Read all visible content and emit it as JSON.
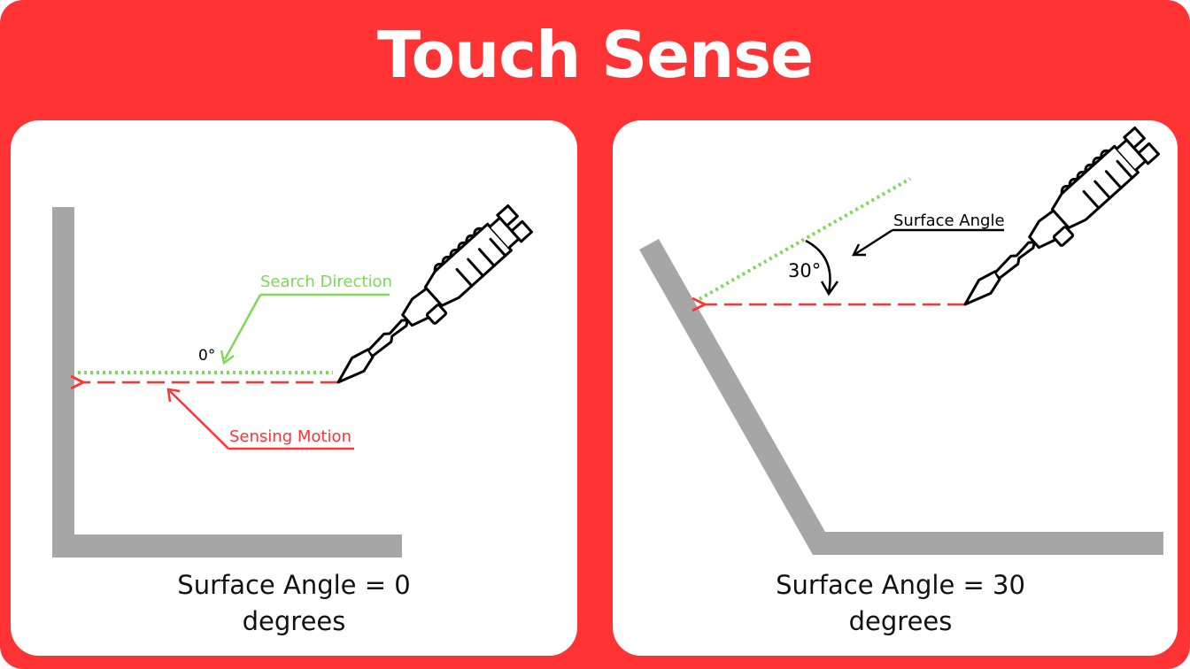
{
  "title": "Touch Sense",
  "left_panel": {
    "search_direction_label": "Search Direction",
    "angle_label": "0°",
    "sensing_motion_label": "Sensing Motion",
    "caption_line1": "Surface Angle = 0",
    "caption_line2": "degrees"
  },
  "right_panel": {
    "surface_angle_label": "Surface Angle",
    "angle_label": "30°",
    "caption_line1": "Surface Angle = 30",
    "caption_line2": "degrees"
  },
  "colors": {
    "background": "#ff3334",
    "panel": "#ffffff",
    "surface": "#a6a6a6",
    "search_direction": "#7ed957",
    "sensing_motion": "#ff3334",
    "outline": "#000000"
  }
}
